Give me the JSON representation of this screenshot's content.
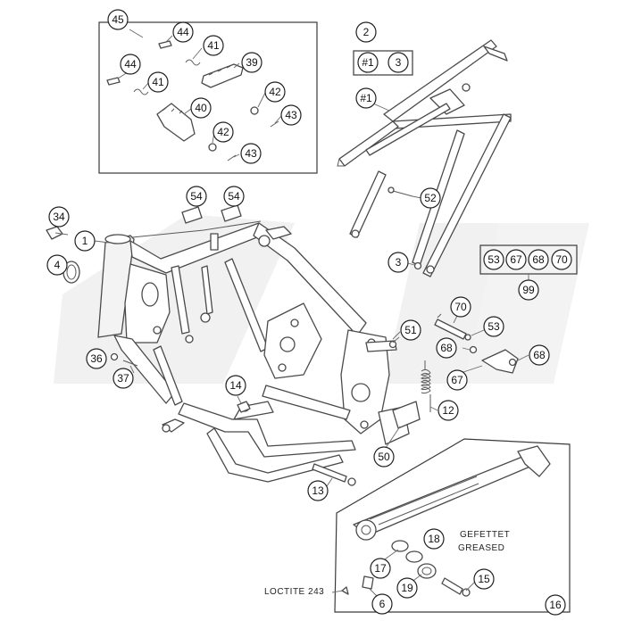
{
  "colors": {
    "watermark": "#ececec",
    "line": "#4a4a4a",
    "callout": "#222222"
  },
  "callouts": {
    "c45": "45",
    "c44a": "44",
    "c41a": "41",
    "c39": "39",
    "c44b": "44",
    "c41b": "41",
    "c42a": "42",
    "c40": "40",
    "c43a": "43",
    "c42b": "42",
    "c43b": "43",
    "c2": "2",
    "c1hash_a": "#1",
    "c3a": "3",
    "c1hash_b": "#1",
    "c54a": "54",
    "c54b": "54",
    "c52": "52",
    "c34": "34",
    "c1": "1",
    "c4": "4",
    "c3b": "3",
    "c53a": "53",
    "c67a": "67",
    "c68a": "68",
    "c70a": "70",
    "c99": "99",
    "c70b": "70",
    "c53b": "53",
    "c51": "51",
    "c68b": "68",
    "c68c": "68",
    "c36": "36",
    "c37": "37",
    "c14": "14",
    "c67b": "67",
    "c12": "12",
    "c50": "50",
    "c13": "13",
    "c18": "18",
    "c17": "17",
    "c15": "15",
    "c6": "6",
    "c19": "19",
    "c16": "16"
  },
  "notes": {
    "gefettet": "GEFETTET",
    "greased": "GREASED",
    "loctite": "LOCTITE 243"
  }
}
